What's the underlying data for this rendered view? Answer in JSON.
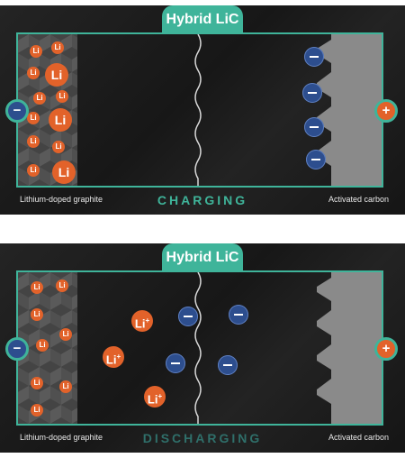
{
  "diagrams": [
    {
      "badge": "Hybrid LiC",
      "left_electrode": "Lithium-doped graphite",
      "right_electrode": "Activated carbon",
      "state_label": "CHARGING",
      "anode_ion_text": "Li",
      "neg_terminal": "−",
      "pos_terminal": "+"
    },
    {
      "badge": "Hybrid LiC",
      "left_electrode": "Lithium-doped graphite",
      "right_electrode": "Activated carbon",
      "state_label": "DISCHARGING",
      "anode_ion_text": "Li",
      "electrolyte_ion_text": "Li",
      "electrolyte_ion_charge": "+",
      "neg_terminal": "−",
      "pos_terminal": "+"
    }
  ],
  "colors": {
    "frame": "#3fb49a",
    "lithium": "#e2622a",
    "anion": "#2d4e8e",
    "charging_text": "#3fb49a",
    "discharging_text": "#2f6f6a"
  }
}
